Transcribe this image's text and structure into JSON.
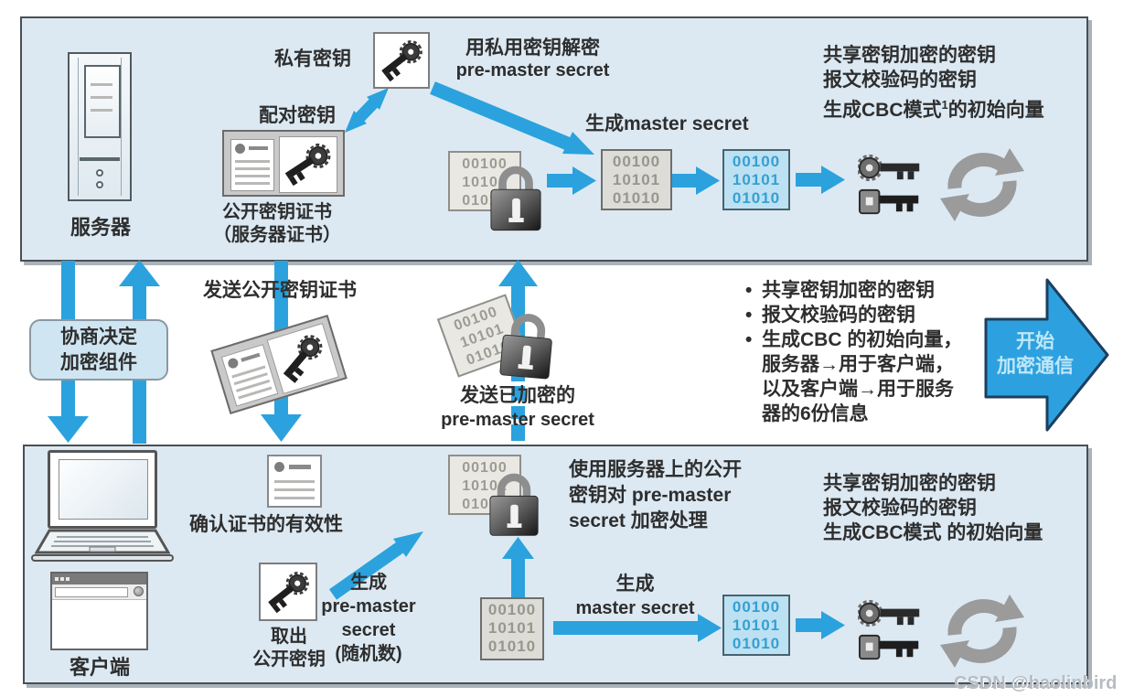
{
  "binary": {
    "l1": "00100",
    "l2": "10101",
    "l3": "01010"
  },
  "server_box": {
    "server_label": "服务器",
    "private_key_label": "私有密钥",
    "paired_key_label": "配对密钥",
    "decrypt_note_l1": "用私用密钥解密",
    "decrypt_note_l2": "pre-master secret",
    "cert_caption_l1": "公开密钥证书",
    "cert_caption_l2": "（服务器证书）",
    "gen_master_label": "生成master secret",
    "outputs_l1": "共享密钥加密的密钥",
    "outputs_l2": "报文校验码的密钥",
    "outputs_l3_prefix": "生成CBC模式",
    "outputs_l3_sup": "1",
    "outputs_l3_suffix": "的初始向量"
  },
  "middle": {
    "negotiate_l1": "协商决定",
    "negotiate_l2": "加密组件",
    "send_cert_label": "发送公开密钥证书",
    "send_encrypted_l1": "发送已加密的",
    "send_encrypted_l2": "pre-master secret",
    "bullet_lines": [
      {
        "bullet": "•",
        "text": "共享密钥加密的密钥"
      },
      {
        "bullet": "•",
        "text": "报文校验码的密钥"
      },
      {
        "bullet": "•",
        "text": "生成CBC 的初始向量，"
      },
      {
        "bullet": "",
        "text": "服务器→用于客户端，"
      },
      {
        "bullet": "",
        "text": "以及客户端→用于服务"
      },
      {
        "bullet": "",
        "text": "器的6份信息"
      }
    ],
    "start_arrow_l1": "开始",
    "start_arrow_l2": "加密通信"
  },
  "client_box": {
    "client_label": "客户端",
    "verify_cert_label": "确认证书的有效性",
    "extract_l1": "取出",
    "extract_l2": "公开密钥",
    "gen_premaster_l1": "生成",
    "gen_premaster_l2": "pre-master",
    "gen_premaster_l3": "secret",
    "gen_premaster_l4": "(随机数)",
    "encrypt_note_l1": "使用服务器上的公开",
    "encrypt_note_l2": "密钥对 pre-master",
    "encrypt_note_l3": "secret 加密处理",
    "gen_master_l1": "生成",
    "gen_master_l2": "master secret",
    "outputs_l1": "共享密钥加密的密钥",
    "outputs_l2": "报文校验码的密钥",
    "outputs_l3": "生成CBC模式 的初始向量"
  },
  "watermark": "CSDN @haolinbird",
  "icons": {
    "key": "key-icon",
    "lock": "lock-icon",
    "certificate": "certificate-icon",
    "key-pair": "key-pair-icon",
    "recycle": "recycle-icon",
    "server": "server-tower-icon",
    "laptop": "laptop-icon",
    "browser": "browser-window-icon",
    "binary-paper": "binary-paper-icon"
  },
  "colors": {
    "arrow_blue": "#2BA2DD",
    "box_bg": "#DCE9F3",
    "negotiate_bg": "#CFE6F2",
    "highlight_block_bg": "#BCE1F2",
    "start_arrow_fill": "#2DA1E0",
    "start_arrow_border": "#1C3F5E"
  }
}
